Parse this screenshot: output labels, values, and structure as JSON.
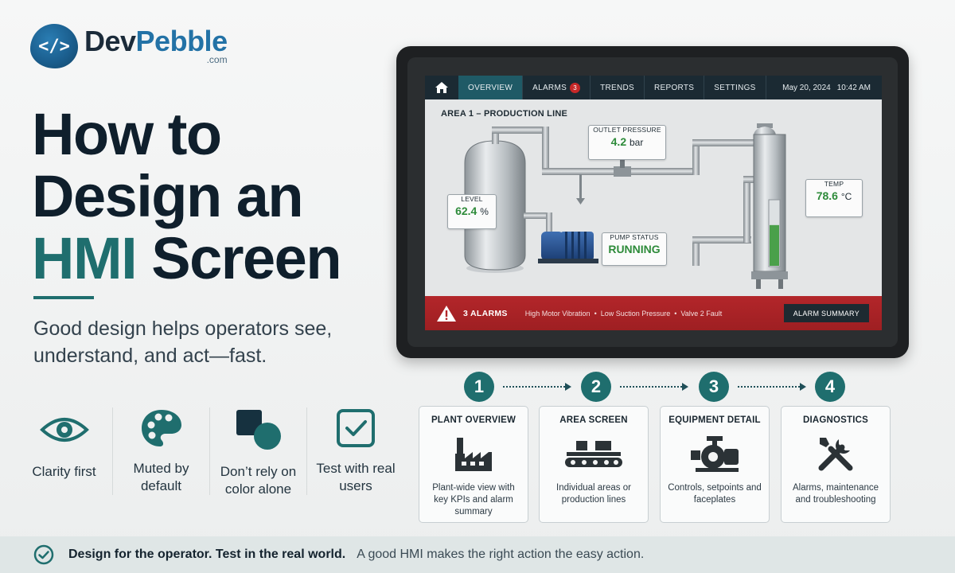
{
  "brand": {
    "mark": "</>",
    "name_main": "Dev",
    "name_accent": "Pebble",
    "domain": ".com"
  },
  "headline": {
    "line1": "How to",
    "line2": "Design an",
    "line3_accent": "HMI",
    "line3_rest": "Screen"
  },
  "subhead": "Good design helps operators see, understand, and act—fast.",
  "principles": [
    {
      "label": "Clarity first",
      "icon": "eye-icon"
    },
    {
      "label": "Muted by default",
      "icon": "palette-icon"
    },
    {
      "label": "Don’t rely on color alone",
      "icon": "shapes-icon"
    },
    {
      "label": "Test with real users",
      "icon": "checkbox-icon"
    }
  ],
  "hmi": {
    "nav": {
      "tabs": [
        "OVERVIEW",
        "ALARMS",
        "TRENDS",
        "REPORTS",
        "SETTINGS"
      ],
      "alarm_badge": "3",
      "date": "May 20, 2024",
      "time": "10:42 AM"
    },
    "area_title": "AREA 1 – PRODUCTION LINE",
    "tags": {
      "outlet_label": "OUTLET PRESSURE",
      "outlet_value": "4.2",
      "outlet_unit": "bar",
      "level_label": "LEVEL",
      "level_value": "62.4",
      "level_unit": "%",
      "pump_label": "PUMP STATUS",
      "pump_value": "RUNNING",
      "temp_label": "TEMP",
      "temp_value": "78.6",
      "temp_unit": "°C"
    },
    "tank_level_fraction": 0.624,
    "alarm_bar": {
      "count": "3 ALARMS",
      "items": [
        "High Motor Vibration",
        "Low Suction Pressure",
        "Valve 2 Fault"
      ],
      "summary_button": "ALARM SUMMARY"
    }
  },
  "steps": [
    {
      "num": "1",
      "title": "PLANT OVERVIEW",
      "desc": "Plant-wide view with key KPIs and alarm summary",
      "icon": "factory-icon"
    },
    {
      "num": "2",
      "title": "AREA SCREEN",
      "desc": "Individual areas or production lines",
      "icon": "conveyor-icon"
    },
    {
      "num": "3",
      "title": "EQUIPMENT DETAIL",
      "desc": "Controls, setpoints and faceplates",
      "icon": "pump-icon"
    },
    {
      "num": "4",
      "title": "DIAGNOSTICS",
      "desc": "Alarms, maintenance and troubleshooting",
      "icon": "tools-icon"
    }
  ],
  "footer": {
    "strong": "Design for the operator. Test in the real world.",
    "soft": "A good HMI makes the right action the easy action."
  },
  "colors": {
    "teal": "#1f6e6e",
    "navy": "#0f1f2c",
    "alarm_red": "#b3262a",
    "running_green": "#2e8b3a"
  }
}
